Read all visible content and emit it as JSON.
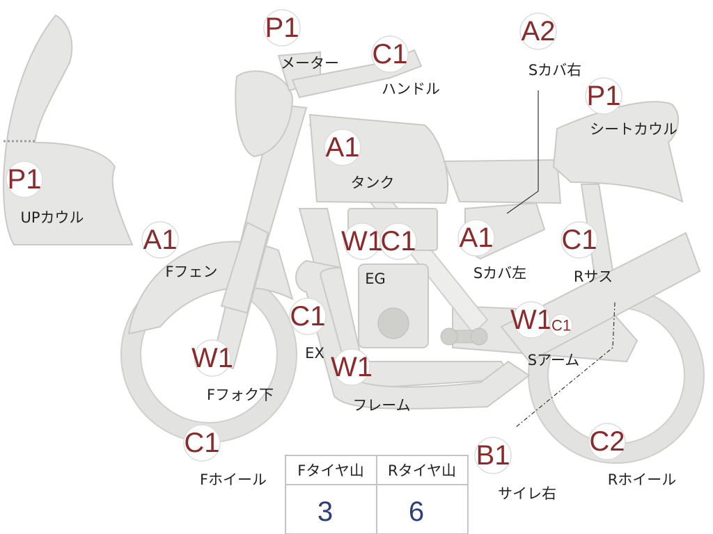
{
  "parts": {
    "meter": {
      "badge": "P1",
      "label": "メーター"
    },
    "handle": {
      "badge": "C1",
      "label": "ハンドル"
    },
    "s_cover_r": {
      "badge": "A2",
      "label": "Sカバ右"
    },
    "seat_cowl": {
      "badge": "P1",
      "label": "シートカウル"
    },
    "up_cowl": {
      "badge": "P1",
      "label": "UPカウル"
    },
    "tank": {
      "badge": "A1",
      "label": "タンク"
    },
    "f_fender": {
      "badge": "A1",
      "label": "Fフェン"
    },
    "eg": {
      "badges": [
        "W1",
        "C1"
      ],
      "label": "EG"
    },
    "s_cover_l": {
      "badge": "A1",
      "label": "Sカバ左"
    },
    "r_sus": {
      "badge": "C1",
      "label": "Rサス"
    },
    "ex": {
      "badge": "C1",
      "label": "EX"
    },
    "s_arm": {
      "badges": [
        "W1",
        "C1"
      ],
      "label": "Sアーム"
    },
    "f_fork": {
      "badge": "W1",
      "label": "Fフォク下"
    },
    "frame": {
      "badge": "W1",
      "label": "フレーム"
    },
    "f_wheel": {
      "badge": "C1",
      "label": "Fホイール"
    },
    "silencer_r": {
      "badge": "B1",
      "label": "サイレ右"
    },
    "r_wheel": {
      "badge": "C2",
      "label": "Rホイール"
    }
  },
  "tire_table": {
    "headers": [
      "Fタイヤ山",
      "Rタイヤ山"
    ],
    "values": [
      "3",
      "6"
    ]
  },
  "colors": {
    "badge_text": "#8b2a2a",
    "table_value": "#2c3f7a",
    "part_fill": "#e6e6e4"
  }
}
